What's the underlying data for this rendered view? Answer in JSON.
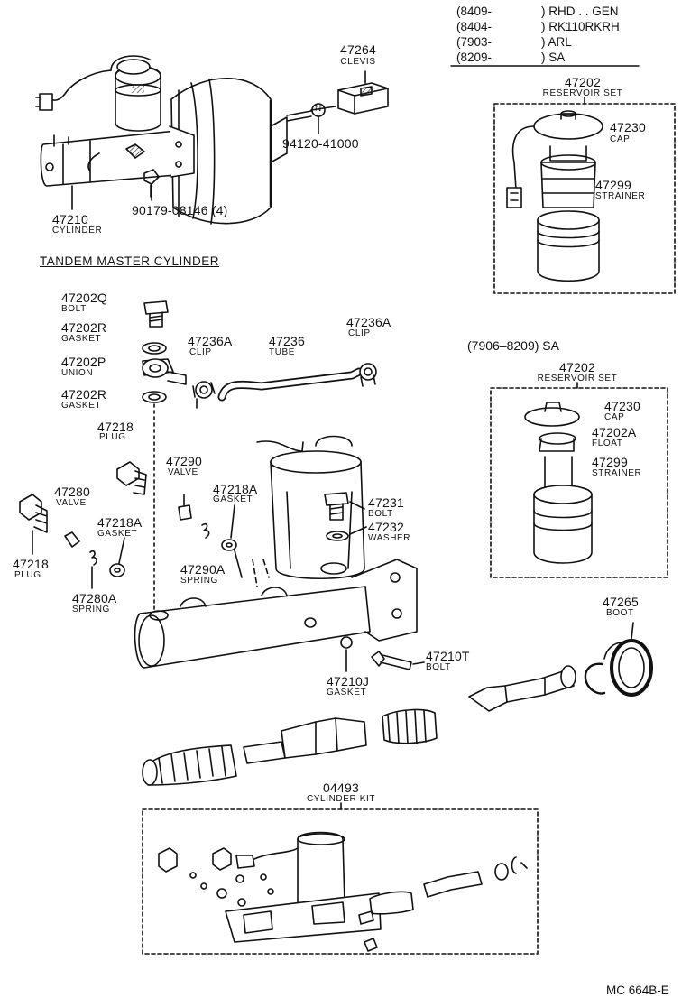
{
  "applicability": [
    {
      "code": "(8409-",
      "model": ") RHD . . GEN"
    },
    {
      "code": "(8404-",
      "model": ") RK110RKRH"
    },
    {
      "code": "(7903-",
      "model": ") ARL"
    },
    {
      "code": "(8209-",
      "model": ") SA"
    }
  ],
  "section_title": "TANDEM MASTER CYLINDER",
  "alt_applicability": "(7906–8209) SA",
  "figure_code": "MC 664B-E",
  "parts": {
    "p47264": {
      "number": "47264",
      "name": "CLEVIS"
    },
    "p94120": {
      "number": "94120-41000",
      "name": ""
    },
    "p47210": {
      "number": "47210",
      "name": "CYLINDER"
    },
    "p90179": {
      "number": "90179-08146 (4)",
      "name": ""
    },
    "p47202_top": {
      "number": "47202",
      "name": "RESERVOIR SET"
    },
    "p47230_top": {
      "number": "47230",
      "name": "CAP"
    },
    "p47299_top": {
      "number": "47299",
      "name": "STRAINER"
    },
    "p47202_bot": {
      "number": "47202",
      "name": "RESERVOIR SET"
    },
    "p47230_bot": {
      "number": "47230",
      "name": "CAP"
    },
    "p47202A": {
      "number": "47202A",
      "name": "FLOAT"
    },
    "p47299_bot": {
      "number": "47299",
      "name": "STRAINER"
    },
    "p47202Q": {
      "number": "47202Q",
      "name": "BOLT"
    },
    "p47202R_a": {
      "number": "47202R",
      "name": "GASKET"
    },
    "p47202P": {
      "number": "47202P",
      "name": "UNION"
    },
    "p47202R_b": {
      "number": "47202R",
      "name": "GASKET"
    },
    "p47236A_l": {
      "number": "47236A",
      "name": "CLIP"
    },
    "p47236": {
      "number": "47236",
      "name": "TUBE"
    },
    "p47236A_r": {
      "number": "47236A",
      "name": "CLIP"
    },
    "p47218_a": {
      "number": "47218",
      "name": "PLUG"
    },
    "p47290": {
      "number": "47290",
      "name": "VALVE"
    },
    "p47218A_a": {
      "number": "47218A",
      "name": "GASKET"
    },
    "p47280": {
      "number": "47280",
      "name": "VALVE"
    },
    "p47218A_b": {
      "number": "47218A",
      "name": "GASKET"
    },
    "p47218_b": {
      "number": "47218",
      "name": "PLUG"
    },
    "p47290A": {
      "number": "47290A",
      "name": "SPRING"
    },
    "p47280A": {
      "number": "47280A",
      "name": "SPRING"
    },
    "p47231": {
      "number": "47231",
      "name": "BOLT"
    },
    "p47232": {
      "number": "47232",
      "name": "WASHER"
    },
    "p47265": {
      "number": "47265",
      "name": "BOOT"
    },
    "p47210T": {
      "number": "47210T",
      "name": "BOLT"
    },
    "p47210J": {
      "number": "47210J",
      "name": "GASKET"
    },
    "p04493": {
      "number": "04493",
      "name": "CYLINDER KIT"
    }
  },
  "n_marker": "N"
}
